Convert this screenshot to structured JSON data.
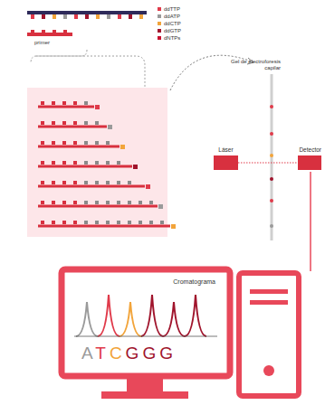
{
  "diagram": {
    "nodes": [
      {
        "text": [
          "Gel de electroforesis capilar"
        ]
      },
      {
        "text": [
          "Láser"
        ]
      },
      {
        "text": [
          "Detector"
        ]
      },
      {
        "text": [
          "Cromatograma",
          "ATCGGG"
        ]
      }
    ],
    "edges": [
      {
        "from": 1,
        "to": 2,
        "arrow": "none"
      }
    ],
    "labels": [
      "primer"
    ],
    "legend": [
      {
        "text": "ddTTP",
        "color": "#e03a4a"
      },
      {
        "text": "ddATP",
        "color": "#9a9a9a"
      },
      {
        "text": "ddCTP",
        "color": "#f2a43a"
      },
      {
        "text": "ddGTP",
        "color": "#a0142c"
      },
      {
        "text": "dNTPs",
        "color": "#c8102e"
      }
    ]
  }
}
